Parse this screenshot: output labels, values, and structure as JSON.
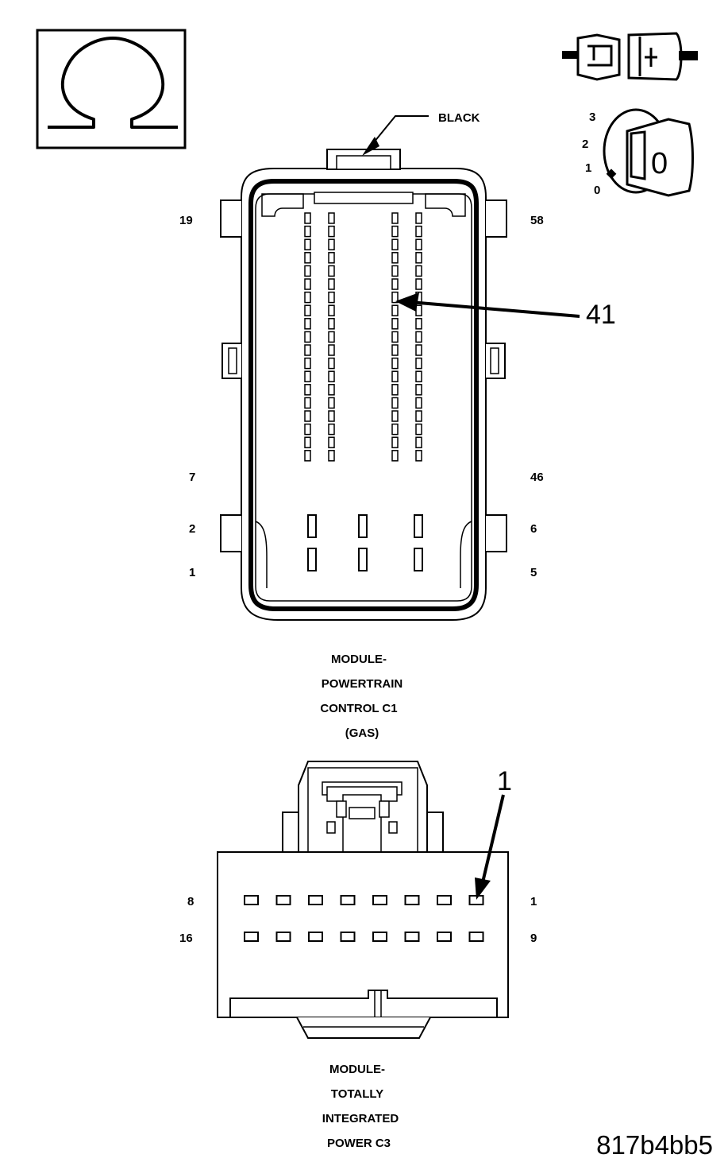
{
  "symbol": {
    "icon": "ohm-meter-icon",
    "glyph": "Ω"
  },
  "icons": {
    "connector": "disconnected-connector-icon",
    "ignition": "ignition-key-icon",
    "key_glyph": "0",
    "positions": [
      "3",
      "2",
      "1",
      "0"
    ]
  },
  "c1": {
    "color_label": "BLACK",
    "callout": "41",
    "pin_labels": {
      "left_top": "19",
      "left_mid": "7",
      "left_2": "2",
      "left_1": "1",
      "right_top": "58",
      "right_mid": "46",
      "right_2": "6",
      "right_1": "5"
    },
    "caption": [
      "MODULE-",
      "POWERTRAIN",
      "CONTROL C1",
      "(GAS)"
    ]
  },
  "c3": {
    "callout": "1",
    "pin_labels": {
      "row1_left": "8",
      "row1_right": "1",
      "row2_left": "16",
      "row2_right": "9"
    },
    "caption": [
      "MODULE-",
      "TOTALLY",
      "INTEGRATED",
      "POWER C3"
    ]
  },
  "figure_id": "817b4bb5"
}
